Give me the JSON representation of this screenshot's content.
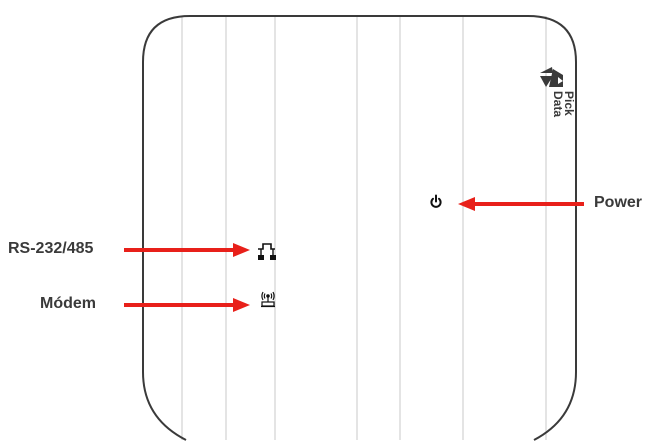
{
  "device": {
    "brand_line_1": "Pick",
    "brand_line_2": "Data"
  },
  "callouts": {
    "rs": "RS-232/485",
    "modem": "Módem",
    "power": "Power"
  },
  "icons": {
    "rs": "serial-port-icon",
    "modem": "antenna-modem-icon",
    "power": "power-icon",
    "logo": "pickdata-logo-icon"
  },
  "colors": {
    "arrow": "#e8201a",
    "outline": "#3a3a3a",
    "grooves": "#c8c8c8",
    "label": "#3a3a3a"
  }
}
